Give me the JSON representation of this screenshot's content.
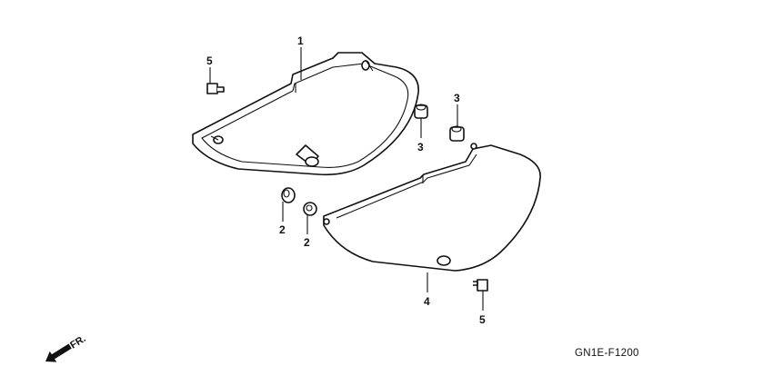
{
  "diagram": {
    "code": "GN1E-F1200",
    "direction_label": "FR.",
    "callouts": [
      {
        "id": "c1",
        "label": "1"
      },
      {
        "id": "c2a",
        "label": "2"
      },
      {
        "id": "c2b",
        "label": "2"
      },
      {
        "id": "c3a",
        "label": "3"
      },
      {
        "id": "c3b",
        "label": "3"
      },
      {
        "id": "c4",
        "label": "4"
      },
      {
        "id": "c5a",
        "label": "5"
      },
      {
        "id": "c5b",
        "label": "5"
      }
    ]
  }
}
